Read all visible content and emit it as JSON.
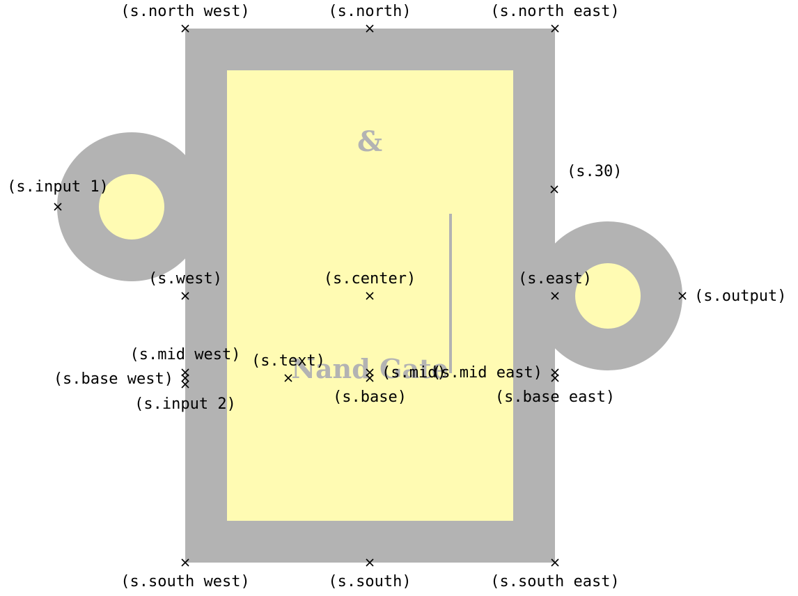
{
  "colors": {
    "frame": "#b3b3b3",
    "fill": "#fffbb3",
    "text_gray": "#b3b3b3",
    "anchor": "#000000"
  },
  "gate": {
    "symbol": "&",
    "text": "Nand Gate"
  },
  "anchors": [
    {
      "id": "north-west",
      "label": "(s.north west)"
    },
    {
      "id": "north",
      "label": "(s.north)"
    },
    {
      "id": "north-east",
      "label": "(s.north east)"
    },
    {
      "id": "30",
      "label": "(s.30)"
    },
    {
      "id": "input-1",
      "label": "(s.input 1)"
    },
    {
      "id": "west",
      "label": "(s.west)"
    },
    {
      "id": "center",
      "label": "(s.center)"
    },
    {
      "id": "east",
      "label": "(s.east)"
    },
    {
      "id": "output",
      "label": "(s.output)"
    },
    {
      "id": "mid-west",
      "label": "(s.mid west)"
    },
    {
      "id": "base-west",
      "label": "(s.base west)"
    },
    {
      "id": "input-2",
      "label": "(s.input 2)"
    },
    {
      "id": "text",
      "label": "(s.text)"
    },
    {
      "id": "mid",
      "label": "(s.mid)"
    },
    {
      "id": "base",
      "label": "(s.base)"
    },
    {
      "id": "mid-east",
      "label": "(s.mid east)"
    },
    {
      "id": "base-east",
      "label": "(s.base east)"
    },
    {
      "id": "south-west",
      "label": "(s.south west)"
    },
    {
      "id": "south",
      "label": "(s.south)"
    },
    {
      "id": "south-east",
      "label": "(s.south east)"
    }
  ]
}
